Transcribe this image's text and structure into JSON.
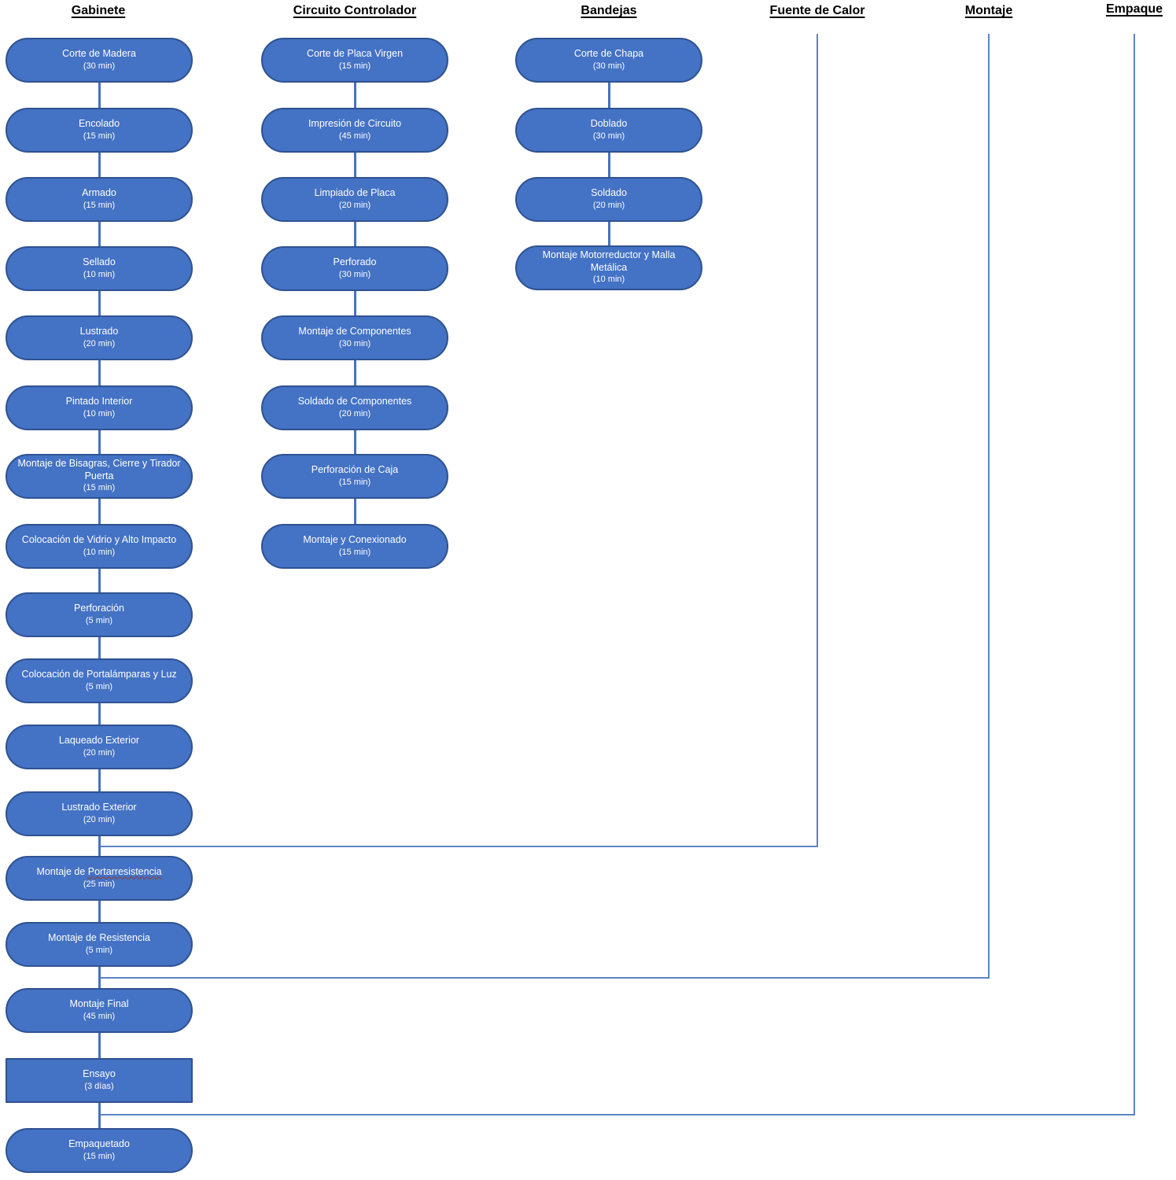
{
  "diagram": {
    "title_style_note": "process flow diagram with six labeled columns",
    "colors": {
      "node_fill": "#4472C4",
      "node_border": "#2F5291",
      "node_text": "#FFFFFF",
      "connector": "#4472C4",
      "long_connector": "#5B84C7",
      "title_text": "#000000"
    },
    "columns": [
      {
        "title": "Gabinete",
        "nodes": [
          {
            "label": "Corte de Madera",
            "duration": "(30 min)",
            "shape": "stadium"
          },
          {
            "label": "Encolado",
            "duration": "(15 min)",
            "shape": "stadium"
          },
          {
            "label": "Armado",
            "duration": "(15 min)",
            "shape": "stadium"
          },
          {
            "label": "Sellado",
            "duration": "(10 min)",
            "shape": "stadium"
          },
          {
            "label": "Lustrado",
            "duration": "(20 min)",
            "shape": "stadium"
          },
          {
            "label": "Pintado Interior",
            "duration": "(10 min)",
            "shape": "stadium"
          },
          {
            "label": "Montaje de Bisagras, Cierre y Tirador Puerta",
            "duration": "(15 min)",
            "shape": "stadium"
          },
          {
            "label": "Colocación de Vidrio y Alto Impacto",
            "duration": "(10 min)",
            "shape": "stadium"
          },
          {
            "label": "Perforación",
            "duration": "(5 min)",
            "shape": "stadium"
          },
          {
            "label": "Colocación de Portalámparas y Luz",
            "duration": "(5 min)",
            "shape": "stadium"
          },
          {
            "label": "Laqueado Exterior",
            "duration": "(20 min)",
            "shape": "stadium"
          },
          {
            "label": "Lustrado Exterior",
            "duration": "(20 min)",
            "shape": "stadium"
          },
          {
            "label_prefix": "Montaje de ",
            "squiggle_word": "Portarresistencia",
            "duration": "(25 min)",
            "shape": "stadium"
          },
          {
            "label": "Montaje de Resistencia",
            "duration": "(5 min)",
            "shape": "stadium"
          },
          {
            "label": "Montaje Final",
            "duration": "(45 min)",
            "shape": "stadium"
          },
          {
            "label": "Ensayo",
            "duration": "(3 días)",
            "shape": "rect"
          },
          {
            "label": "Empaquetado",
            "duration": "(15 min)",
            "shape": "stadium"
          }
        ]
      },
      {
        "title": "Circuito Controlador",
        "nodes": [
          {
            "label": "Corte de Placa Virgen",
            "duration": "(15 min)",
            "shape": "stadium"
          },
          {
            "label": "Impresión de Circuito",
            "duration": "(45 min)",
            "shape": "stadium"
          },
          {
            "label": "Limpiado de Placa",
            "duration": "(20 min)",
            "shape": "stadium"
          },
          {
            "label": "Perforado",
            "duration": "(30 min)",
            "shape": "stadium"
          },
          {
            "label": "Montaje de Componentes",
            "duration": "(30 min)",
            "shape": "stadium"
          },
          {
            "label": "Soldado de Componentes",
            "duration": "(20 min)",
            "shape": "stadium"
          },
          {
            "label": "Perforación de Caja",
            "duration": "(15 min)",
            "shape": "stadium"
          },
          {
            "label": "Montaje y Conexionado",
            "duration": "(15 min)",
            "shape": "stadium"
          }
        ]
      },
      {
        "title": "Bandejas",
        "nodes": [
          {
            "label": "Corte de Chapa",
            "duration": "(30 min)",
            "shape": "stadium"
          },
          {
            "label": "Doblado",
            "duration": "(30 min)",
            "shape": "stadium"
          },
          {
            "label": "Soldado",
            "duration": "(20 min)",
            "shape": "stadium"
          },
          {
            "label": "Montaje Motorreductor y Malla Metálica",
            "duration": "(10 min)",
            "shape": "stadium"
          }
        ]
      },
      {
        "title": "Fuente de Calor",
        "nodes": []
      },
      {
        "title": "Montaje",
        "nodes": []
      },
      {
        "title": "Empaque",
        "nodes": []
      }
    ],
    "cross_links": [
      {
        "column": "Fuente de Calor",
        "joins_main_chain_before": "Montaje de Portarresistencia"
      },
      {
        "column": "Montaje",
        "joins_main_chain_before": "Montaje Final"
      },
      {
        "column": "Empaque",
        "joins_main_chain_before": "Empaquetado"
      }
    ]
  }
}
